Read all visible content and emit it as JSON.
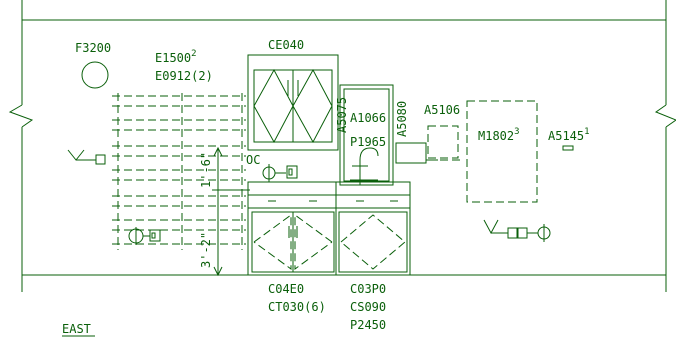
{
  "elevation": {
    "view_label": "EAST",
    "line_color": "#0a5f0a",
    "labels": {
      "f3200": "F3200",
      "e1500": "E1500",
      "e1500_sup": "2",
      "e0912": "E0912(2)",
      "ce040": "CE040",
      "a5075": "A5075",
      "a1066": "A1066",
      "p1965": "P1965",
      "a5080": "A5080",
      "a5106": "A5106",
      "m1802": "M1802",
      "m1802_sup": "3",
      "a5145": "A5145",
      "a5145_sup": "1",
      "oc": "OC",
      "dim_upper": "1'-6\"",
      "dim_lower": "3'-2\"",
      "c04e0": "C04E0",
      "ct030": "CT030(6)",
      "c03p0": "C03P0",
      "cs090": "CS090",
      "p2450": "P2450"
    }
  }
}
